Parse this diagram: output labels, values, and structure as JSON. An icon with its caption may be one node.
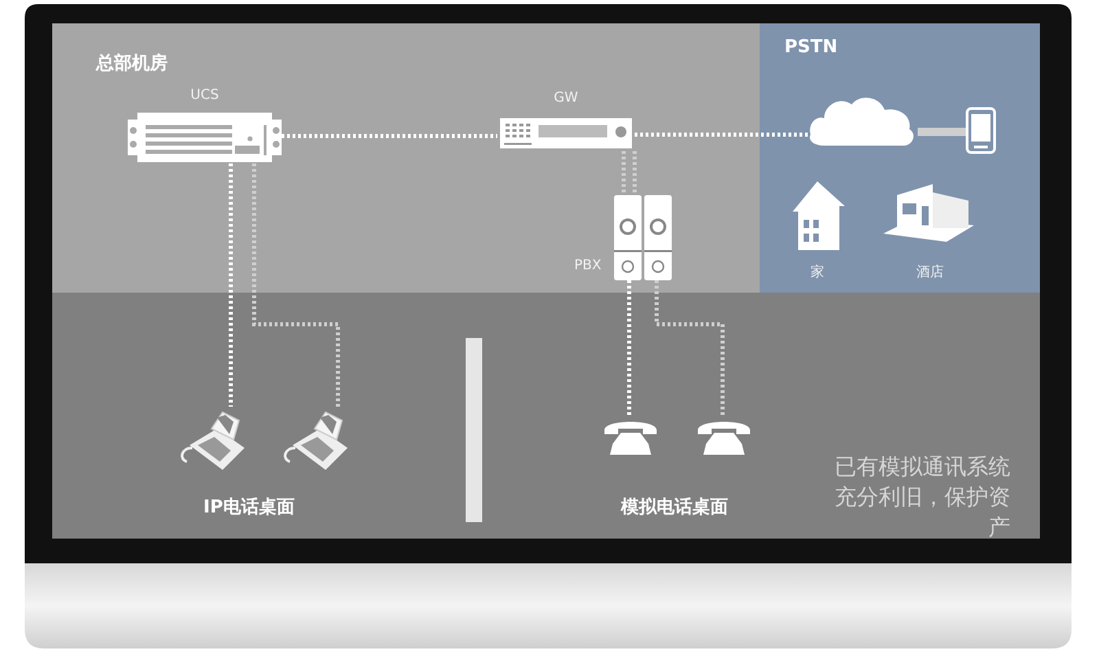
{
  "diagram": {
    "nodes": [
      {
        "text": [
          "总部机房"
        ]
      },
      {
        "text": [
          "PSTN"
        ]
      },
      {
        "text": [
          "UCS"
        ],
        "in": 0
      },
      {
        "text": [
          "GW"
        ],
        "in": 0
      },
      {
        "text": [
          "PBX"
        ],
        "in": 0
      },
      {
        "text": [],
        "shape": "cloud",
        "in": 1
      },
      {
        "text": [],
        "shape": "phone",
        "in": 1
      },
      {
        "text": [],
        "shape": "phone"
      },
      {
        "text": [],
        "shape": "phone"
      },
      {
        "text": [],
        "shape": "phone"
      },
      {
        "text": [],
        "shape": "phone"
      }
    ],
    "edges": [
      {
        "from": 2,
        "to": 3,
        "arrow": "none",
        "style": "dashed",
        "color": "#ffffff"
      },
      {
        "from": 3,
        "to": 5,
        "arrow": "none",
        "style": "dashed",
        "color": "#ffffff"
      },
      {
        "from": 5,
        "to": 6,
        "arrow": "none",
        "style": "thick"
      },
      {
        "from": 2,
        "to": 7,
        "arrow": "none",
        "style": "dashed",
        "color": "#ffffff"
      },
      {
        "from": 2,
        "to": 8,
        "arrow": "none",
        "style": "dashed"
      },
      {
        "from": 3,
        "to": 4,
        "arrow": "none",
        "style": "dashed"
      },
      {
        "from": 3,
        "to": 4,
        "arrow": "none",
        "style": "dashed"
      },
      {
        "from": 4,
        "to": 9,
        "arrow": "none",
        "style": "dashed",
        "color": "#ffffff"
      },
      {
        "from": 4,
        "to": 10,
        "arrow": "none",
        "style": "dashed"
      }
    ],
    "labels": [
      "家",
      "酒店",
      "IP电话桌面",
      "模拟电话桌面",
      "已有模拟通讯系统充分利旧，保护资产"
    ]
  }
}
